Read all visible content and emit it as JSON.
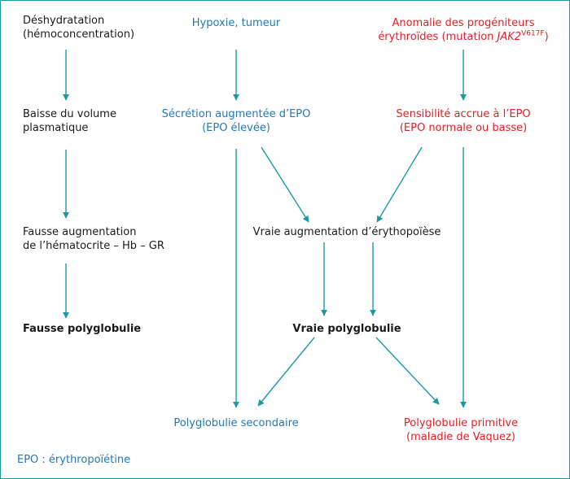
{
  "nodes": {
    "dehydration": [
      "Déshydratation",
      "(hémoconcentration)"
    ],
    "plasma_drop": [
      "Baisse du volume",
      "plasmatique"
    ],
    "false_increase": [
      "Fausse augmentation",
      "de l’hématocrite – Hb – GR"
    ],
    "false_polyglobulia": "Fausse polyglobulie",
    "hypoxia": "Hypoxie, tumeur",
    "epo_secretion": [
      "Sécrétion augmentée d’EPO",
      "(EPO élevée)"
    ],
    "true_erythropoiesis": "Vraie augmentation d’érythopoïèse",
    "true_polyglobulia": "Vraie polyglobulie",
    "secondary_polyglobulia": "Polyglobulie secondaire",
    "progenitor_anomaly": {
      "line1": "Anomalie des progéniteurs",
      "line2_prefix": "érythroïdes (mutation ",
      "gene": "JAK2",
      "mutation": "V617F",
      "line2_suffix": ")"
    },
    "epo_sensitivity": [
      "Sensibilité accrue à l’EPO",
      "(EPO normale ou basse)"
    ],
    "primary_polyglobulia": [
      "Polyglobulie primitive",
      "(maladie de Vaquez)"
    ]
  },
  "footnote": "EPO : érythropoïétine",
  "colors": {
    "border": "#1b9a9f",
    "arrow": "#1b9a9f",
    "blue_text": "#1f78b4",
    "red_text": "#e31e24",
    "black_text": "#1a1a1a"
  }
}
